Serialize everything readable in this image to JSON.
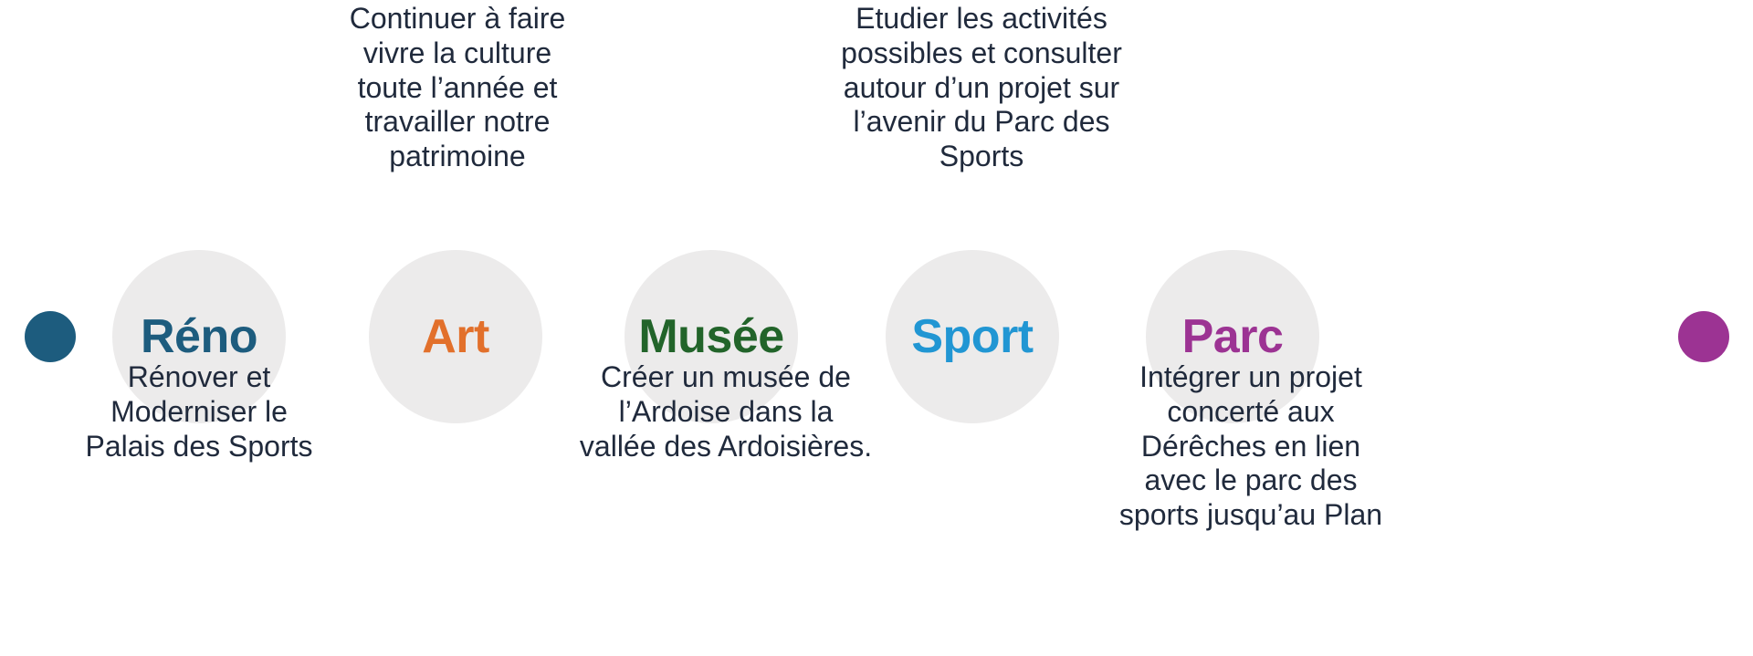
{
  "infographic": {
    "title": "Wave roadmap with five project nodes",
    "background_color": "#ffffff",
    "node_circle_color": "#ecebeb",
    "caption_text_color": "#202a3c"
  },
  "steps": [
    {
      "id": "reno",
      "label": "Réno",
      "color": "#1d5c7e",
      "caption": "Rénover et\nModerniser le\nPalais des Sports",
      "caption_position": "below"
    },
    {
      "id": "art",
      "label": "Art",
      "color": "#e2702b",
      "caption": "Continuer à faire\nvivre la culture\ntoute l’année et\ntravailler notre\npatrimoine",
      "caption_position": "above"
    },
    {
      "id": "musee",
      "label": "Musée",
      "color": "#22642a",
      "caption": "Créer un musée de\nl’Ardoise dans la\nvallée des Ardoisières.",
      "caption_position": "below"
    },
    {
      "id": "sport",
      "label": "Sport",
      "color": "#2196d3",
      "caption": "Etudier les activités\npossibles et consulter\nautour d’un projet sur\nl’avenir du Parc des\nSports",
      "caption_position": "above"
    },
    {
      "id": "parc",
      "label": "Parc",
      "color": "#9c3393",
      "caption": "Intégrer un projet\nconcerté aux\nDérêches en lien\navec le parc des\nsports jusqu’au Plan",
      "caption_position": "below"
    }
  ]
}
